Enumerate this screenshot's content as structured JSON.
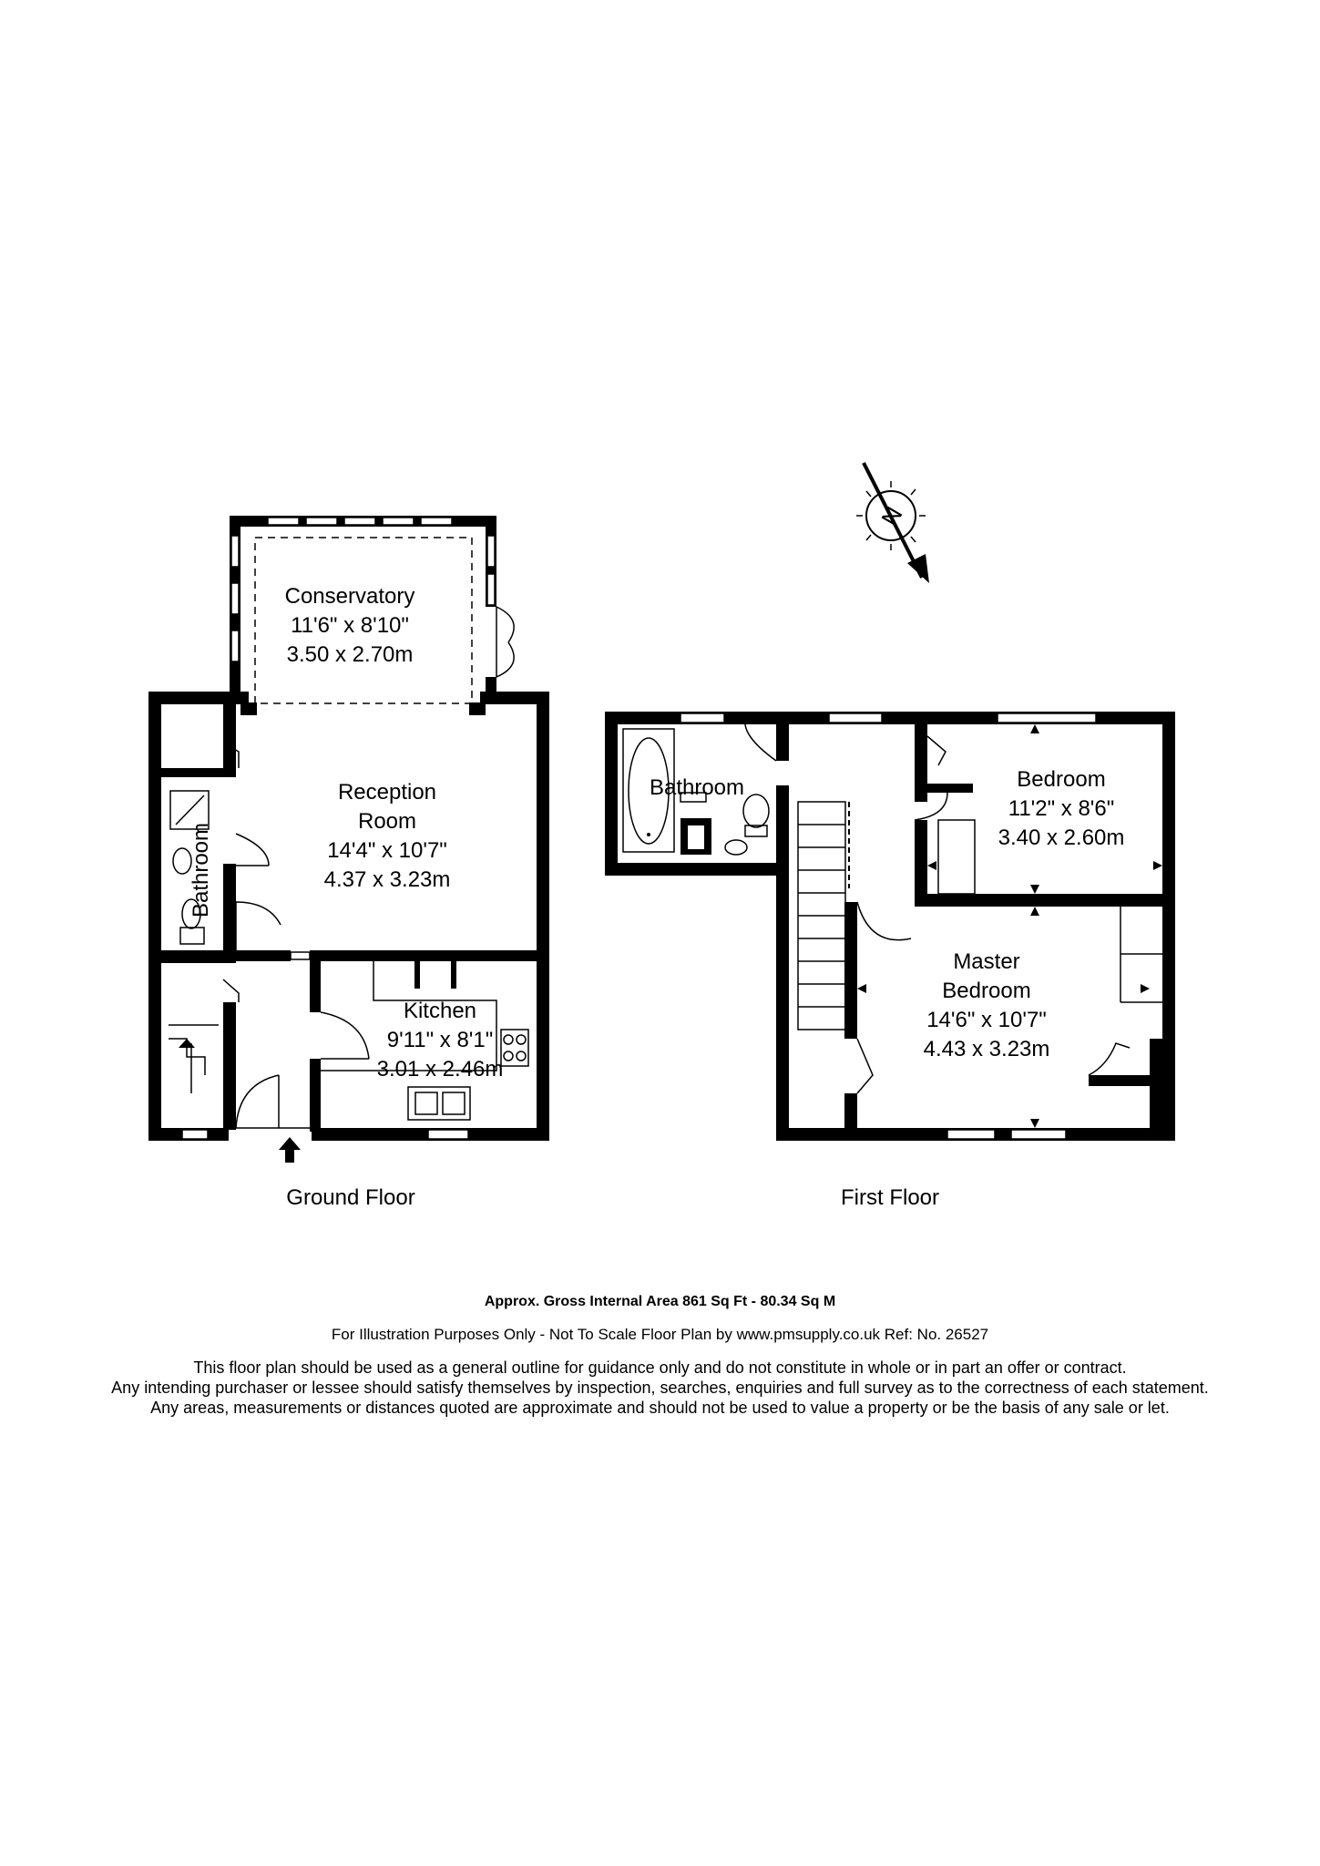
{
  "rooms": {
    "conservatory": {
      "name": "Conservatory",
      "imperial": "11'6\" x 8'10\"",
      "metric": "3.50 x 2.70m"
    },
    "reception": {
      "name1": "Reception",
      "name2": "Room",
      "imperial": "14'4\" x 10'7\"",
      "metric": "4.37 x 3.23m"
    },
    "ground_bathroom": {
      "name": "Bathroom"
    },
    "kitchen": {
      "name": "Kitchen",
      "imperial": "9'11\" x 8'1\"",
      "metric": "3.01 x 2.46m"
    },
    "first_bathroom": {
      "name": "Bathroom"
    },
    "bedroom": {
      "name": "Bedroom",
      "imperial": "11'2\" x 8'6\"",
      "metric": "3.40 x 2.60m"
    },
    "master": {
      "name1": "Master",
      "name2": "Bedroom",
      "imperial": "14'6\" x 10'7\"",
      "metric": "4.43 x 3.23m"
    }
  },
  "floors": {
    "ground": "Ground Floor",
    "first": "First Floor"
  },
  "compass": {
    "label": "N"
  },
  "footer": {
    "area": "Approx. Gross Internal Area  861 Sq Ft  -  80.34 Sq M",
    "illustration": "For Illustration Purposes Only - Not To Scale   Floor Plan by  www.pmsupply.co.uk   Ref: No. 26527",
    "disclaimer1": "This floor plan should be used as a general outline for guidance only and do not constitute in whole or in part an offer or contract.",
    "disclaimer2": "Any intending purchaser or lessee should satisfy themselves by inspection, searches, enquiries and full survey as to the correctness of each statement.",
    "disclaimer3": "Any areas, measurements or distances quoted are approximate and should not be used to value a property or be the basis of any sale or let."
  }
}
